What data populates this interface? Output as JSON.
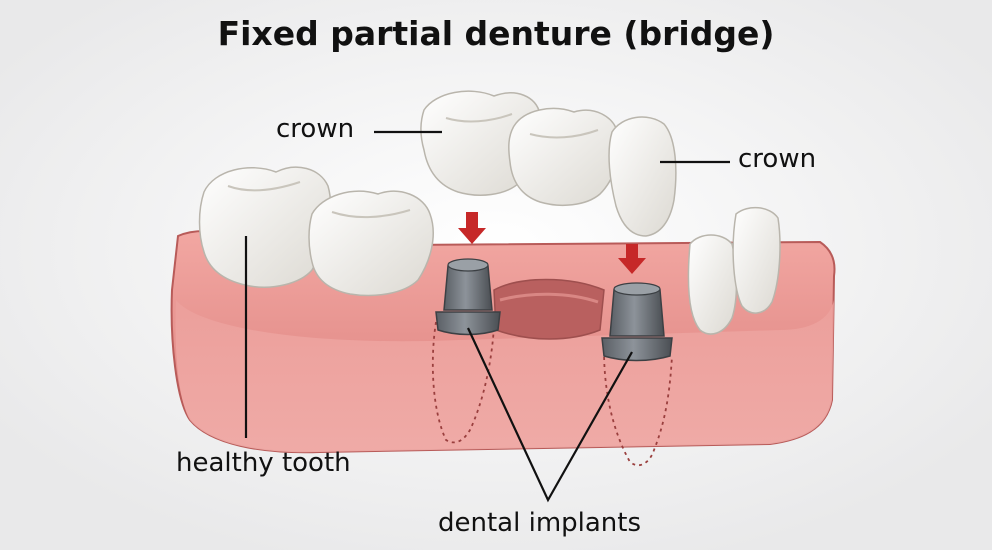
{
  "diagram": {
    "title": "Fixed partial denture (bridge)",
    "labels": {
      "crown_left": "crown",
      "crown_right": "crown",
      "healthy_tooth": "healthy tooth",
      "dental_implants": "dental implants"
    }
  },
  "colors": {
    "gum": "#e8908c",
    "gum_shadow": "#c9605e",
    "tooth": "#f7f6f2",
    "implant": "#6d7278",
    "arrow": "#c62828",
    "leader_line": "#111111"
  }
}
